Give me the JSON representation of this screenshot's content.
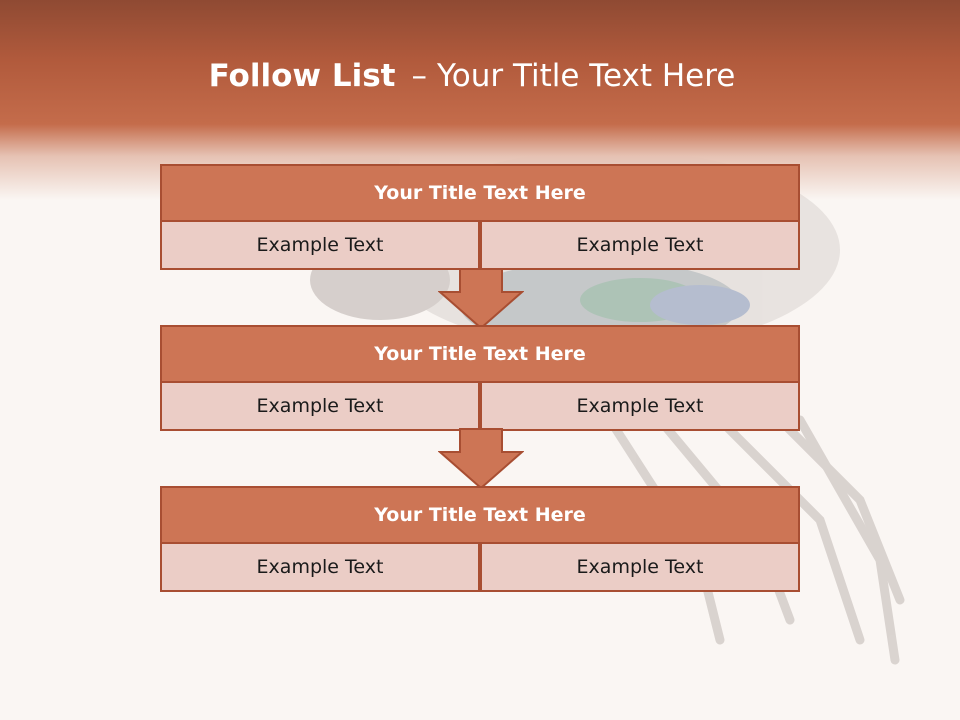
{
  "header": {
    "title_bold": "Follow List",
    "title_dash": "–",
    "title_rest": "Your Title Text Here"
  },
  "blocks": [
    {
      "title": "Your Title Text Here",
      "left": "Example Text",
      "right": "Example Text"
    },
    {
      "title": "Your Title Text Here",
      "left": "Example Text",
      "right": "Example Text"
    },
    {
      "title": "Your Title Text Here",
      "left": "Example Text",
      "right": "Example Text"
    }
  ],
  "colors": {
    "header": "#c46c4b",
    "title_fill": "#cd7555",
    "cell_fill": "#ebcdc6",
    "border": "#a84e32",
    "arrow": "#cd7555"
  }
}
